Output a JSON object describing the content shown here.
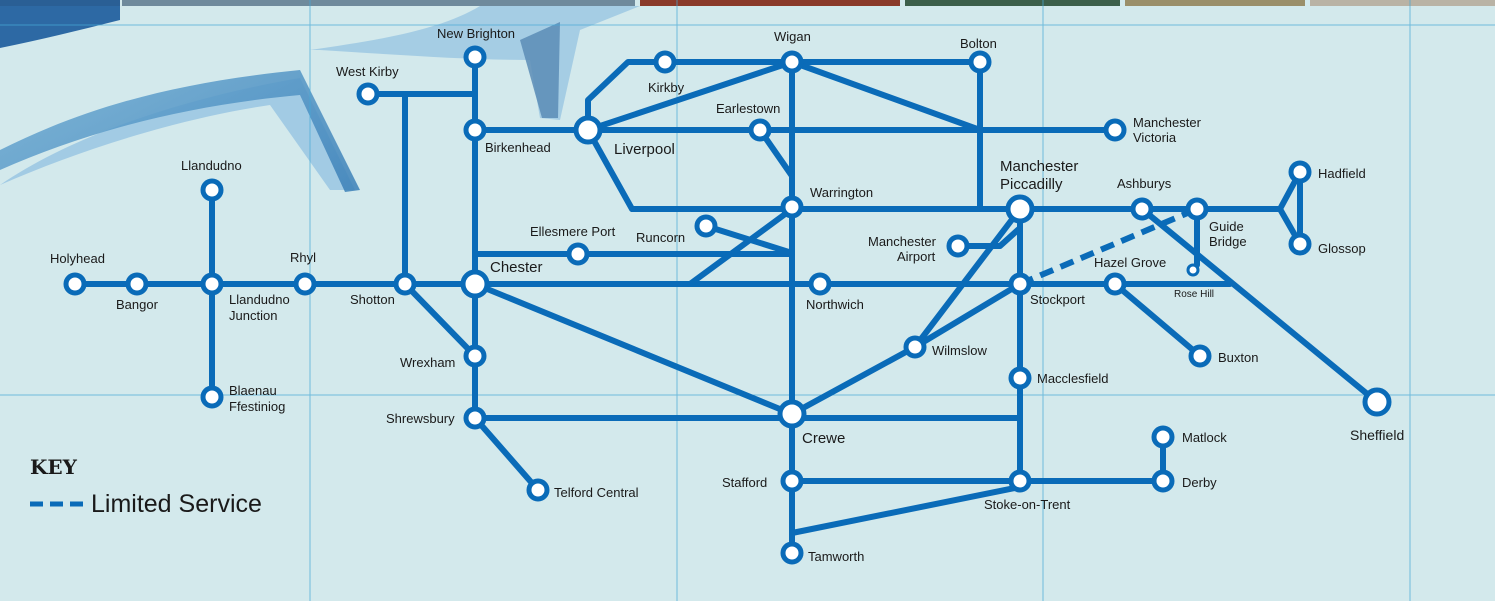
{
  "colors": {
    "background": "#d3e9ec",
    "route_line": "#0a6bb8",
    "station_fill": "#ffffff",
    "grid_line": "#46a9d6",
    "text": "#1a1a1a"
  },
  "key": {
    "title": "KEY",
    "limited_service_label": "Limited Service"
  },
  "stations": {
    "holyhead": "Holyhead",
    "bangor": "Bangor",
    "llandudno": "Llandudno",
    "llandudno_junction_1": "Llandudno",
    "llandudno_junction_2": "Junction",
    "blaenau_1": "Blaenau",
    "blaenau_2": "Ffestiniog",
    "rhyl": "Rhyl",
    "shotton": "Shotton",
    "west_kirby": "West Kirby",
    "new_brighton": "New Brighton",
    "birkenhead": "Birkenhead",
    "chester": "Chester",
    "wrexham": "Wrexham",
    "shrewsbury": "Shrewsbury",
    "telford": "Telford Central",
    "ellesmere_port": "Ellesmere Port",
    "runcorn": "Runcorn",
    "liverpool": "Liverpool",
    "kirkby": "Kirkby",
    "wigan": "Wigan",
    "earlestown": "Earlestown",
    "warrington": "Warrington",
    "bolton": "Bolton",
    "manchester_victoria_1": "Manchester",
    "manchester_victoria_2": "Victoria",
    "manchester_piccadilly_1": "Manchester",
    "manchester_piccadilly_2": "Piccadilly",
    "manchester_airport_1": "Manchester",
    "manchester_airport_2": "Airport",
    "ashburys": "Ashburys",
    "guide_bridge_1": "Guide",
    "guide_bridge_2": "Bridge",
    "hadfield": "Hadfield",
    "glossop": "Glossop",
    "hazel_grove": "Hazel Grove",
    "rose_hill": "Rose Hill",
    "stockport": "Stockport",
    "northwich": "Northwich",
    "buxton": "Buxton",
    "sheffield": "Sheffield",
    "wilmslow": "Wilmslow",
    "macclesfield": "Macclesfield",
    "crewe": "Crewe",
    "stafford": "Stafford",
    "stoke": "Stoke-on-Trent",
    "tamworth": "Tamworth",
    "matlock": "Matlock",
    "derby": "Derby"
  }
}
